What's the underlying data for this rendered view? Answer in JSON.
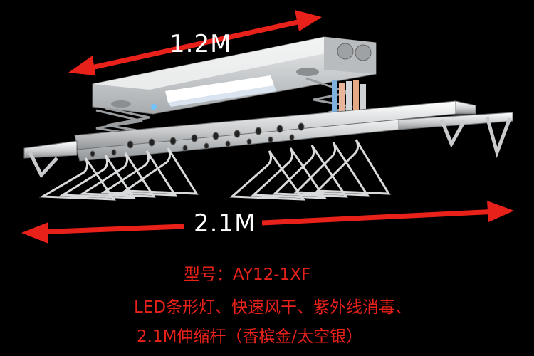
{
  "dimensions": {
    "top_width_label": "1.2M",
    "bottom_width_label": "2.1M"
  },
  "caption": {
    "model_line": "型号：AY12-1XF",
    "features_line": "LED条形灯、快速风干、紫外线消毒、",
    "rod_line": "2.1M伸缩杆（香槟金/太空银）"
  },
  "colors": {
    "arrow": "#e8211a",
    "caption_text": "#e8211a",
    "label_text": "#ffffff",
    "background": "#000000"
  }
}
